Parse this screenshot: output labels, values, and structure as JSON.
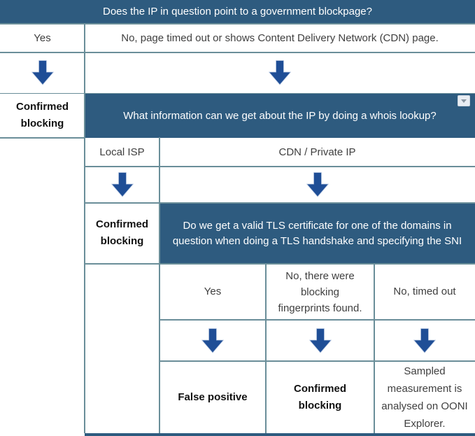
{
  "colors": {
    "header_bg": "#2e5b7f",
    "arrow": "#1f4e96",
    "grid": "#6a8e99",
    "body_text": "#3f3f3f",
    "bold_text": "#111111",
    "icon_bg": "#e9edf3",
    "icon_glyph": "#8b97a3"
  },
  "icons": {
    "down_arrow": "⬇",
    "dropdown": "▼"
  },
  "table": {
    "header1": "Does the IP in question point to a government blockpage?",
    "row2": {
      "yes": "Yes",
      "no": "No, page timed out or shows Content Delivery Network (CDN) page."
    },
    "row4": {
      "outcome": "Confirmed blocking",
      "header2": "What information can we get about the IP by doing a whois lookup?"
    },
    "row5": {
      "local_isp": "Local ISP",
      "cdn": "CDN / Private IP"
    },
    "row7": {
      "outcome": "Confirmed blocking",
      "header3": "Do we get a valid TLS certificate for one of the domains in question when doing a TLS handshake and specifying the SNI"
    },
    "row8": {
      "yes": "Yes",
      "fingerprints": "No, there were blocking fingerprints found.",
      "timed_out": "No, timed out"
    },
    "row10": {
      "false_positive": "False positive",
      "confirmed": "Confirmed blocking",
      "sampled": "Sampled measurement is analysed on OONI Explorer."
    }
  }
}
